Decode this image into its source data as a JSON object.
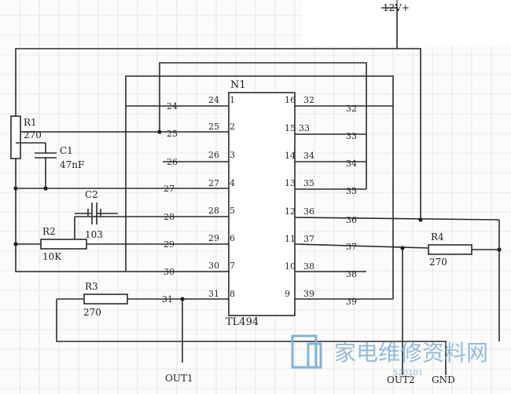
{
  "ic": {
    "designator": "N1",
    "part_number": "TL494",
    "left_pins": [
      "1",
      "2",
      "3",
      "4",
      "5",
      "6",
      "7",
      "8"
    ],
    "right_pins": [
      "16",
      "15",
      "14",
      "13",
      "12",
      "11",
      "10",
      "9"
    ]
  },
  "components": {
    "r1": {
      "designator": "R1",
      "value": "270"
    },
    "c1": {
      "designator": "C1",
      "value": "47nF"
    },
    "c2": {
      "designator": "C2",
      "value": "103"
    },
    "r2": {
      "designator": "R2",
      "value": "10K"
    },
    "r3": {
      "designator": "R3",
      "value": "270"
    },
    "r4": {
      "designator": "R4",
      "value": "270"
    }
  },
  "power": {
    "label": "12V+"
  },
  "nets": {
    "out1": "OUT1",
    "out2": "OUT2",
    "gnd": "GND"
  },
  "net_numbers": {
    "left_near": [
      "24",
      "25",
      "26",
      "27",
      "28",
      "29",
      "30",
      "31"
    ],
    "left_far": [
      "24",
      "25",
      "26",
      "27",
      "28",
      "29",
      "30",
      "31"
    ],
    "right_near": [
      "32",
      "33",
      "34",
      "35",
      "36",
      "37",
      "38",
      "39"
    ],
    "right_far": [
      "32",
      "33",
      "34",
      "35",
      "36",
      "37",
      "38",
      "39"
    ]
  },
  "watermark": {
    "text": "家电维修资料网",
    "url": "520101"
  }
}
